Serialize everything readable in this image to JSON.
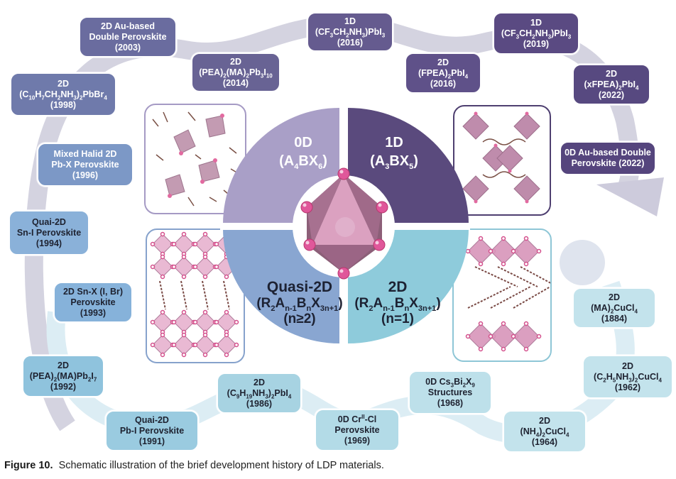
{
  "figure": {
    "caption_label": "Figure 10.",
    "caption_text": "Schematic illustration of the brief development history of LDP materials."
  },
  "colors": {
    "purple_dark": "#5b4a7e",
    "purple_mid": "#6e6396",
    "purple_light": "#a79dc4",
    "blue_mid": "#7e98c7",
    "blue_light": "#8fb4d8",
    "teal": "#8fcbd9",
    "teal_light": "#b8dfe9",
    "arrow_gray": "#cfcfdc",
    "arrow_light": "#d9ebf2",
    "octahedron": "#c98aaa",
    "atom": "#d94d8f"
  },
  "center": {
    "quadrants": [
      {
        "id": "0d",
        "title": "0D",
        "formula": "(A4BX6)"
      },
      {
        "id": "1d",
        "title": "1D",
        "formula": "(A3BX5)"
      },
      {
        "id": "quasi2d",
        "title": "Quasi-2D",
        "formula": "(R2An-1BnX3n+1)",
        "condition": "(n≥2)"
      },
      {
        "id": "2d",
        "title": "2D",
        "formula": "(R2An-1BnX3n+1)",
        "condition": "(n=1)"
      }
    ]
  },
  "timeline": [
    {
      "id": "ma2cucl4",
      "dim": "2D",
      "name": "(MA)2CuCl4",
      "year": "(1884)"
    },
    {
      "id": "c2h5",
      "dim": "2D",
      "name": "(C2H5NH3)2CuCl4",
      "year": "(1962)"
    },
    {
      "id": "nh4",
      "dim": "2D",
      "name": "(NH4)2CuCl4",
      "year": "(1964)"
    },
    {
      "id": "cs3bi2x9",
      "dim": "0D Cs3Bi2X9",
      "name": "Structures",
      "year": "(1968)"
    },
    {
      "id": "crcl",
      "dim": "0D CrII-Cl",
      "name": "Perovskite",
      "year": "(1969)"
    },
    {
      "id": "c9h19",
      "dim": "2D",
      "name": "(C9H19NH3)2PbI4",
      "year": "(1986)"
    },
    {
      "id": "pbi",
      "dim": "Quai-2D",
      "name": "Pb-I Perovskite",
      "year": "(1991)"
    },
    {
      "id": "pea_ma_pb2i7",
      "dim": "2D",
      "name": "(PEA)2(MA)Pb2I7",
      "year": "(1992)"
    },
    {
      "id": "snx",
      "dim": "2D Sn-X (I, Br)",
      "name": "Perovskite",
      "year": "(1993)"
    },
    {
      "id": "sni",
      "dim": "Quai-2D",
      "name": "Sn-I Perovskite",
      "year": "(1994)"
    },
    {
      "id": "mixed",
      "dim": "Mixed Halid 2D",
      "name": "Pb-X Perovskite",
      "year": "(1996)"
    },
    {
      "id": "c10h7",
      "dim": "2D",
      "name": "(C10H7CH2NH3)2PbBr4",
      "year": "(1998)"
    },
    {
      "id": "au2003",
      "dim": "2D Au-based",
      "name": "Double Perovskite",
      "year": "(2003)"
    },
    {
      "id": "pea2014",
      "dim": "2D",
      "name": "(PEA)2(MA)2Pb3I10",
      "year": "(2014)"
    },
    {
      "id": "cf3_2016",
      "dim": "1D",
      "name": "(CF3CH2NH3)PbI3",
      "year": "(2016)"
    },
    {
      "id": "fpea2016",
      "dim": "2D",
      "name": "(FPEA)2PbI4",
      "year": "(2016)"
    },
    {
      "id": "cf3_2019",
      "dim": "1D",
      "name": "(CF3CH2NH3)PbI3",
      "year": "(2019)"
    },
    {
      "id": "xfpea2022",
      "dim": "2D",
      "name": "(xFPEA)2PbI4",
      "year": "(2022)"
    },
    {
      "id": "au2022",
      "dim": "0D Au-based Double",
      "name": "Perovskite  (2022)",
      "year": ""
    }
  ]
}
